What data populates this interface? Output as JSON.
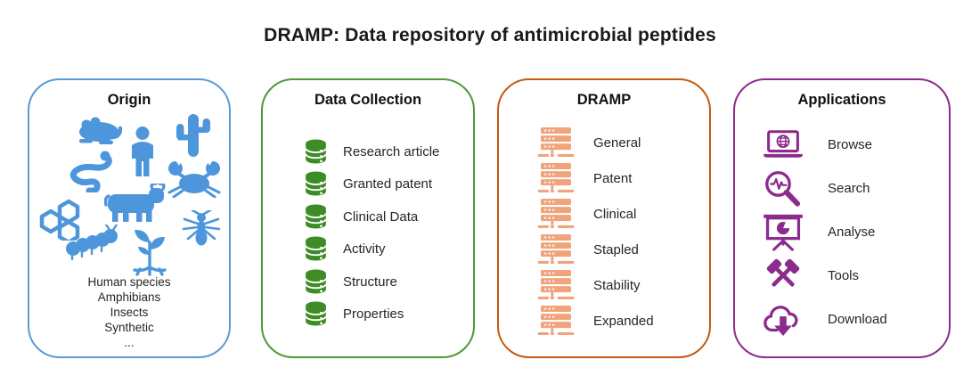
{
  "title": "DRAMP: Data repository of antimicrobial peptides",
  "colors": {
    "origin_blue_border": "#5B9BD5",
    "origin_icon_blue": "#4D96DB",
    "collection_green_border": "#4E9A34",
    "collection_icon_green": "#3E8C26",
    "dramp_orange_border": "#C55A11",
    "dramp_icon_orange": "#F0A47C",
    "applications_purple": "#8B2B8D",
    "text_dark": "#262626"
  },
  "boxes": {
    "origin": {
      "title": "Origin",
      "icons": [
        "frog-icon",
        "human-icon",
        "cactus-icon",
        "snake-icon",
        "crab-icon",
        "bull-icon",
        "chemical-structure-icon",
        "ant-icon",
        "caterpillar-icon",
        "plant-sprout-icon"
      ],
      "labels": [
        "Human species",
        "Amphibians",
        "Insects",
        "Synthetic",
        "..."
      ]
    },
    "data_collection": {
      "title": "Data Collection",
      "icon": "database-icon",
      "items": [
        "Research article",
        "Granted patent",
        "Clinical Data",
        "Activity",
        "Structure",
        "Properties"
      ]
    },
    "dramp": {
      "title": "DRAMP",
      "icon": "server-icon",
      "items": [
        "General",
        "Patent",
        "Clinical",
        "Stapled",
        "Stability",
        "Expanded"
      ]
    },
    "applications": {
      "title": "Applications",
      "icons": [
        "browse-laptop-globe-icon",
        "search-magnifier-pulse-icon",
        "analyse-presentation-chart-icon",
        "tools-crossed-hammers-icon",
        "download-cloud-icon"
      ],
      "items": [
        "Browse",
        "Search",
        "Analyse",
        "Tools",
        "Download"
      ]
    }
  }
}
